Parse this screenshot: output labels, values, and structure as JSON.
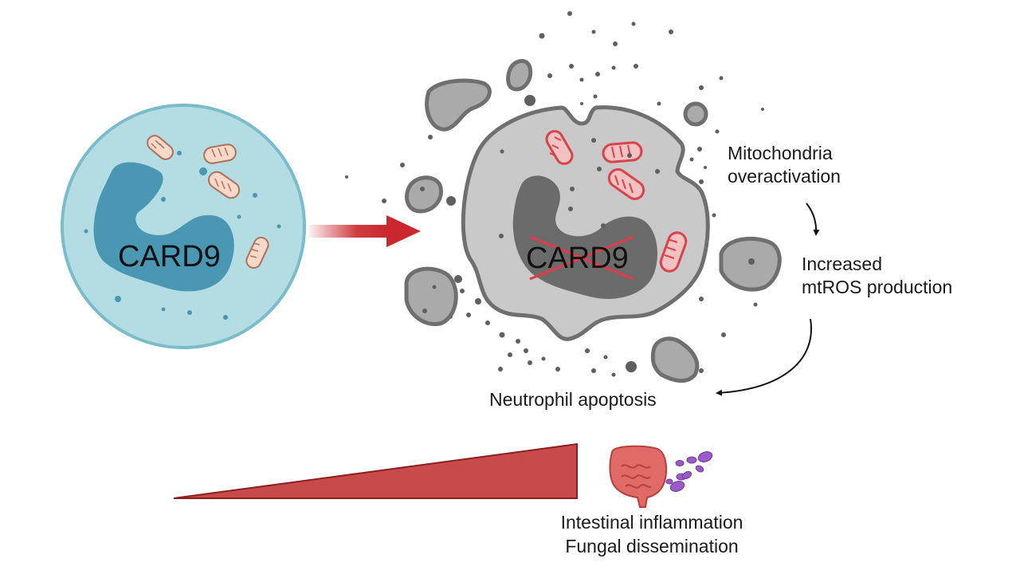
{
  "healthy_cell": {
    "gene_label": "CARD9"
  },
  "deficient_cell": {
    "gene_label": "CARD9"
  },
  "steps": {
    "step1_line1": "Mitochondria",
    "step1_line2": "overactivation",
    "step2_line1": "Increased",
    "step2_line2": "mtROS production",
    "outcome": "Neutrophil apoptosis"
  },
  "consequences": {
    "line1": "Intestinal inflammation",
    "line2": "Fungal dissemination"
  },
  "colors": {
    "healthy_cytoplasm": "#b3dde3",
    "healthy_membrane": "#7bbccb",
    "healthy_nucleus": "#4a97b3",
    "dead_cytoplasm": "#c9c9c9",
    "dead_membrane": "#6f6f6f",
    "dead_nucleus": "#6b6b6b",
    "mito_fill": "#f8d9c9",
    "mito_edge": "#b0715a",
    "dead_mito_fill": "#f2c1c1",
    "dead_mito_edge": "#d9434b",
    "arrow_red": "#c8282e",
    "cross_red": "#e23a46",
    "wedge_red": "#c94a4a",
    "gut_red": "#e06a66",
    "fungi_purple": "#9b5ac8"
  },
  "icons": [
    "neutrophil-icon",
    "apoptotic-neutrophil-icon",
    "mitochondrion-icon",
    "intestine-icon",
    "fungi-icon",
    "red-cross-icon",
    "progression-arrow-icon",
    "increase-wedge-icon"
  ]
}
